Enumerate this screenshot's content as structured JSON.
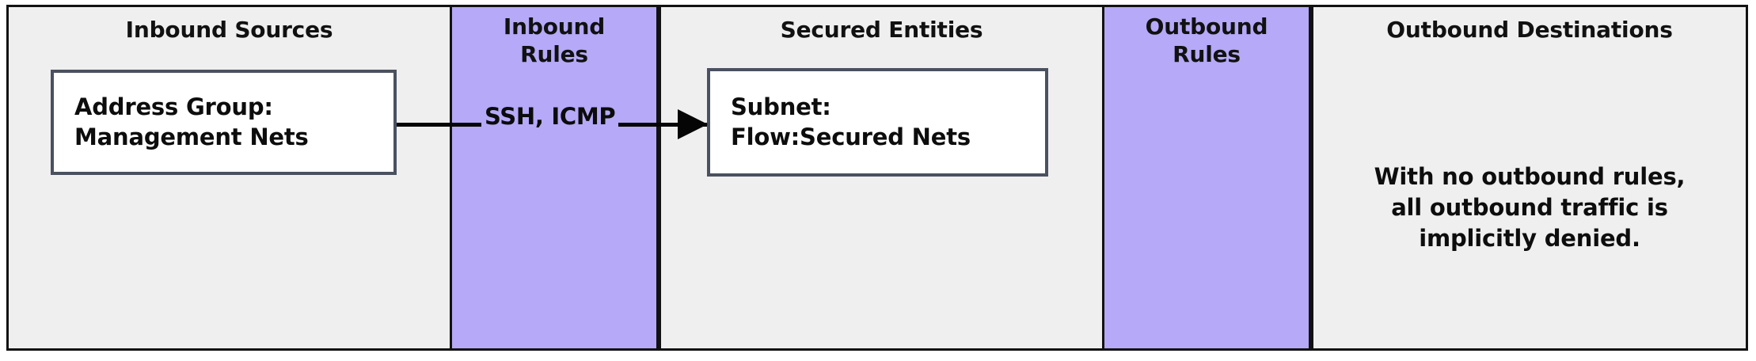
{
  "diagram": {
    "kind": "network-security-swimlane",
    "colors": {
      "lane_plain_bg": "#efefef",
      "lane_rule_bg": "#b5a9f8",
      "node_bg": "#ffffff",
      "node_border": "#4a5160",
      "frame_border": "#121212",
      "edge": "#050505",
      "text": "#0d0d0d"
    },
    "lanes": [
      {
        "id": "inbound-sources",
        "title": "Inbound Sources",
        "style": "plain"
      },
      {
        "id": "inbound-rules",
        "title": "Inbound\nRules",
        "style": "rules"
      },
      {
        "id": "secured-entities",
        "title": "Secured Entities",
        "style": "plain"
      },
      {
        "id": "outbound-rules",
        "title": "Outbound\nRules",
        "style": "rules"
      },
      {
        "id": "outbound-destinations",
        "title": "Outbound Destinations",
        "style": "plain",
        "note": "With no outbound rules,\nall outbound traffic is\nimplicitly denied."
      }
    ],
    "nodes": [
      {
        "id": "address-group",
        "lane": "inbound-sources",
        "label": "Address Group:\nManagement Nets"
      },
      {
        "id": "subnet",
        "lane": "secured-entities",
        "label": "Subnet:\nFlow:Secured Nets"
      }
    ],
    "edges": [
      {
        "id": "inbound-edge",
        "from": "address-group",
        "to": "subnet",
        "label": "SSH, ICMP",
        "direction": "right"
      }
    ]
  }
}
